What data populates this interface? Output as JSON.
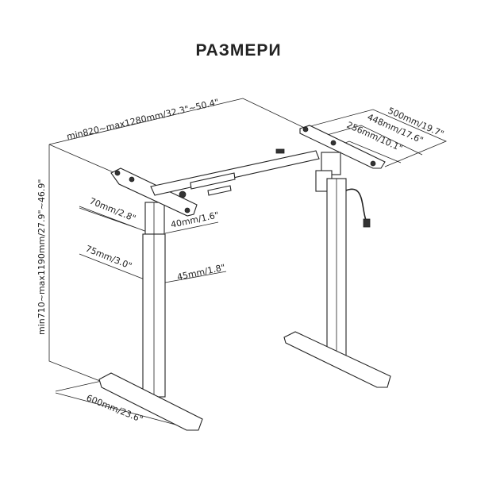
{
  "title": "РАЗМЕРИ",
  "dimensions": {
    "width_range": "min820~max1280mm/32.3\"~50.4\"",
    "height_range": "min710~max1190mm/27.9\"~46.9\"",
    "bracket_500": "500mm/19.7\"",
    "bracket_448": "448mm/17.6\"",
    "bracket_256": "256mm/10.1\"",
    "upper_column_depth": "70mm/2.8\"",
    "upper_column_width": "40mm/1.6\"",
    "lower_column_depth": "75mm/3.0\"",
    "lower_column_width": "45mm/1.8\"",
    "foot_length": "600mm/23.6\""
  }
}
